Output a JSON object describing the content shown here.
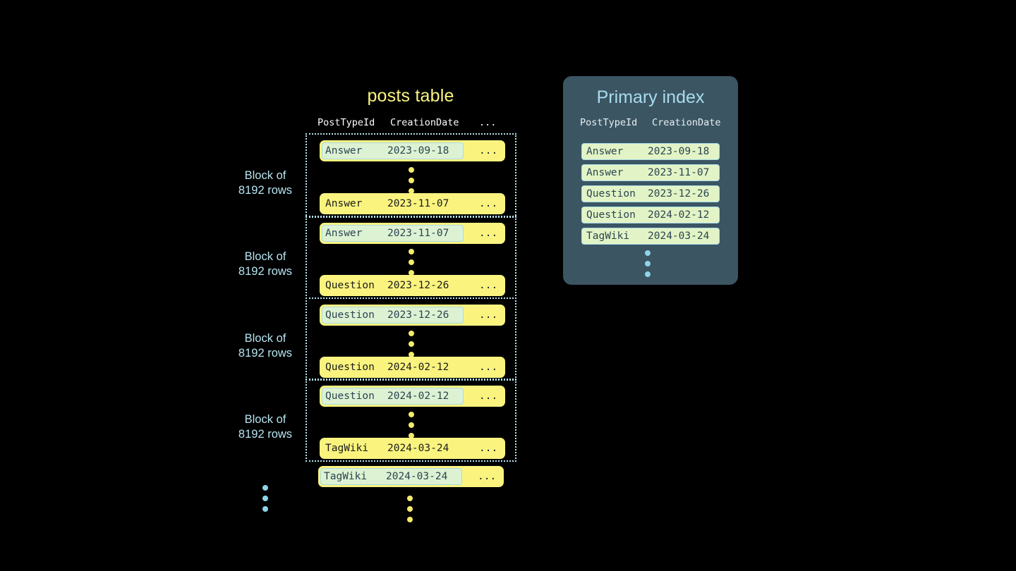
{
  "posts_table": {
    "title": "posts table",
    "columns": [
      "PostTypeId",
      "CreationDate",
      "..."
    ],
    "blocks": [
      {
        "label_line1": "Block of",
        "label_line2": "8192 rows",
        "first_row": {
          "post_type": "Answer",
          "creation_date": "2023-09-18",
          "more": "...",
          "highlighted": true
        },
        "last_row": {
          "post_type": "Answer",
          "creation_date": "2023-11-07",
          "more": "...",
          "highlighted": false
        }
      },
      {
        "label_line1": "Block of",
        "label_line2": "8192 rows",
        "first_row": {
          "post_type": "Answer",
          "creation_date": "2023-11-07",
          "more": "...",
          "highlighted": true
        },
        "last_row": {
          "post_type": "Question",
          "creation_date": "2023-12-26",
          "more": "...",
          "highlighted": false
        }
      },
      {
        "label_line1": "Block of",
        "label_line2": "8192 rows",
        "first_row": {
          "post_type": "Question",
          "creation_date": "2023-12-26",
          "more": "...",
          "highlighted": true
        },
        "last_row": {
          "post_type": "Question",
          "creation_date": "2024-02-12",
          "more": "...",
          "highlighted": false
        }
      },
      {
        "label_line1": "Block of",
        "label_line2": "8192 rows",
        "first_row": {
          "post_type": "Question",
          "creation_date": "2024-02-12",
          "more": "...",
          "highlighted": true
        },
        "last_row": {
          "post_type": "TagWiki",
          "creation_date": "2024-03-24",
          "more": "...",
          "highlighted": false
        }
      }
    ],
    "trailing_row": {
      "post_type": "TagWiki",
      "creation_date": "2024-03-24",
      "more": "...",
      "highlighted": true
    }
  },
  "primary_index": {
    "title": "Primary index",
    "columns": [
      "PostTypeId",
      "CreationDate"
    ],
    "rows": [
      {
        "post_type": "Answer",
        "creation_date": "2023-09-18"
      },
      {
        "post_type": "Answer",
        "creation_date": "2023-11-07"
      },
      {
        "post_type": "Question",
        "creation_date": "2023-12-26"
      },
      {
        "post_type": "Question",
        "creation_date": "2024-02-12"
      },
      {
        "post_type": "TagWiki",
        "creation_date": "2024-03-24"
      }
    ]
  },
  "colors": {
    "background": "#000000",
    "row_yellow": "#faf47f",
    "highlight_green": "#ddf2d3",
    "highlight_border": "#a9dbe9",
    "accent_blue": "#b6e4f0",
    "title_yellow": "#faf47f",
    "index_panel": "#3b5563",
    "index_row_green": "#e2f4c6",
    "text_dark": "#2b4450"
  }
}
